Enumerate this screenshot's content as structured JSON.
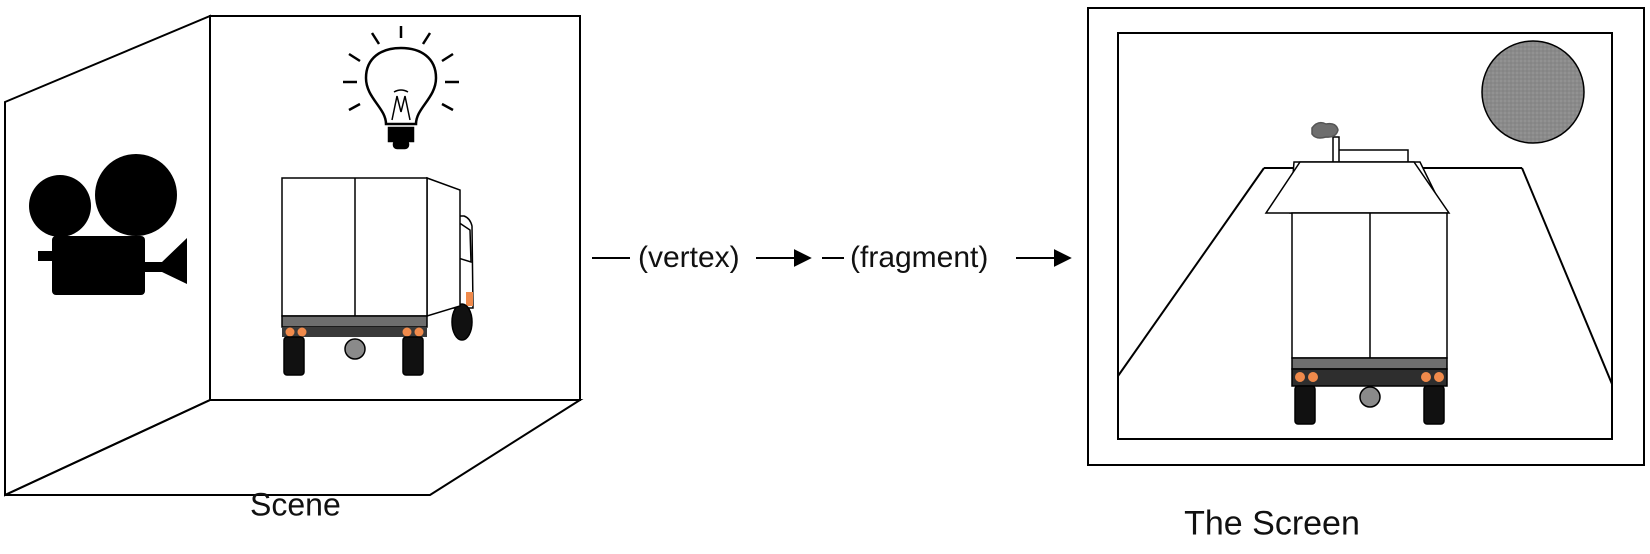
{
  "labels": {
    "scene": "Scene",
    "screen": "The Screen",
    "vertex": "(vertex)",
    "fragment": "(fragment)"
  },
  "icons": {
    "camera": "movie-camera-icon",
    "light": "light-bulb-icon",
    "truck_side": "box-truck-icon",
    "truck_rear": "box-truck-rear-icon",
    "sun": "sun-disc-icon"
  },
  "colors": {
    "line": "#000000",
    "lamp": "#f08a4b",
    "bumper": "#6e6e6e",
    "sun": "#8a8a8a"
  }
}
